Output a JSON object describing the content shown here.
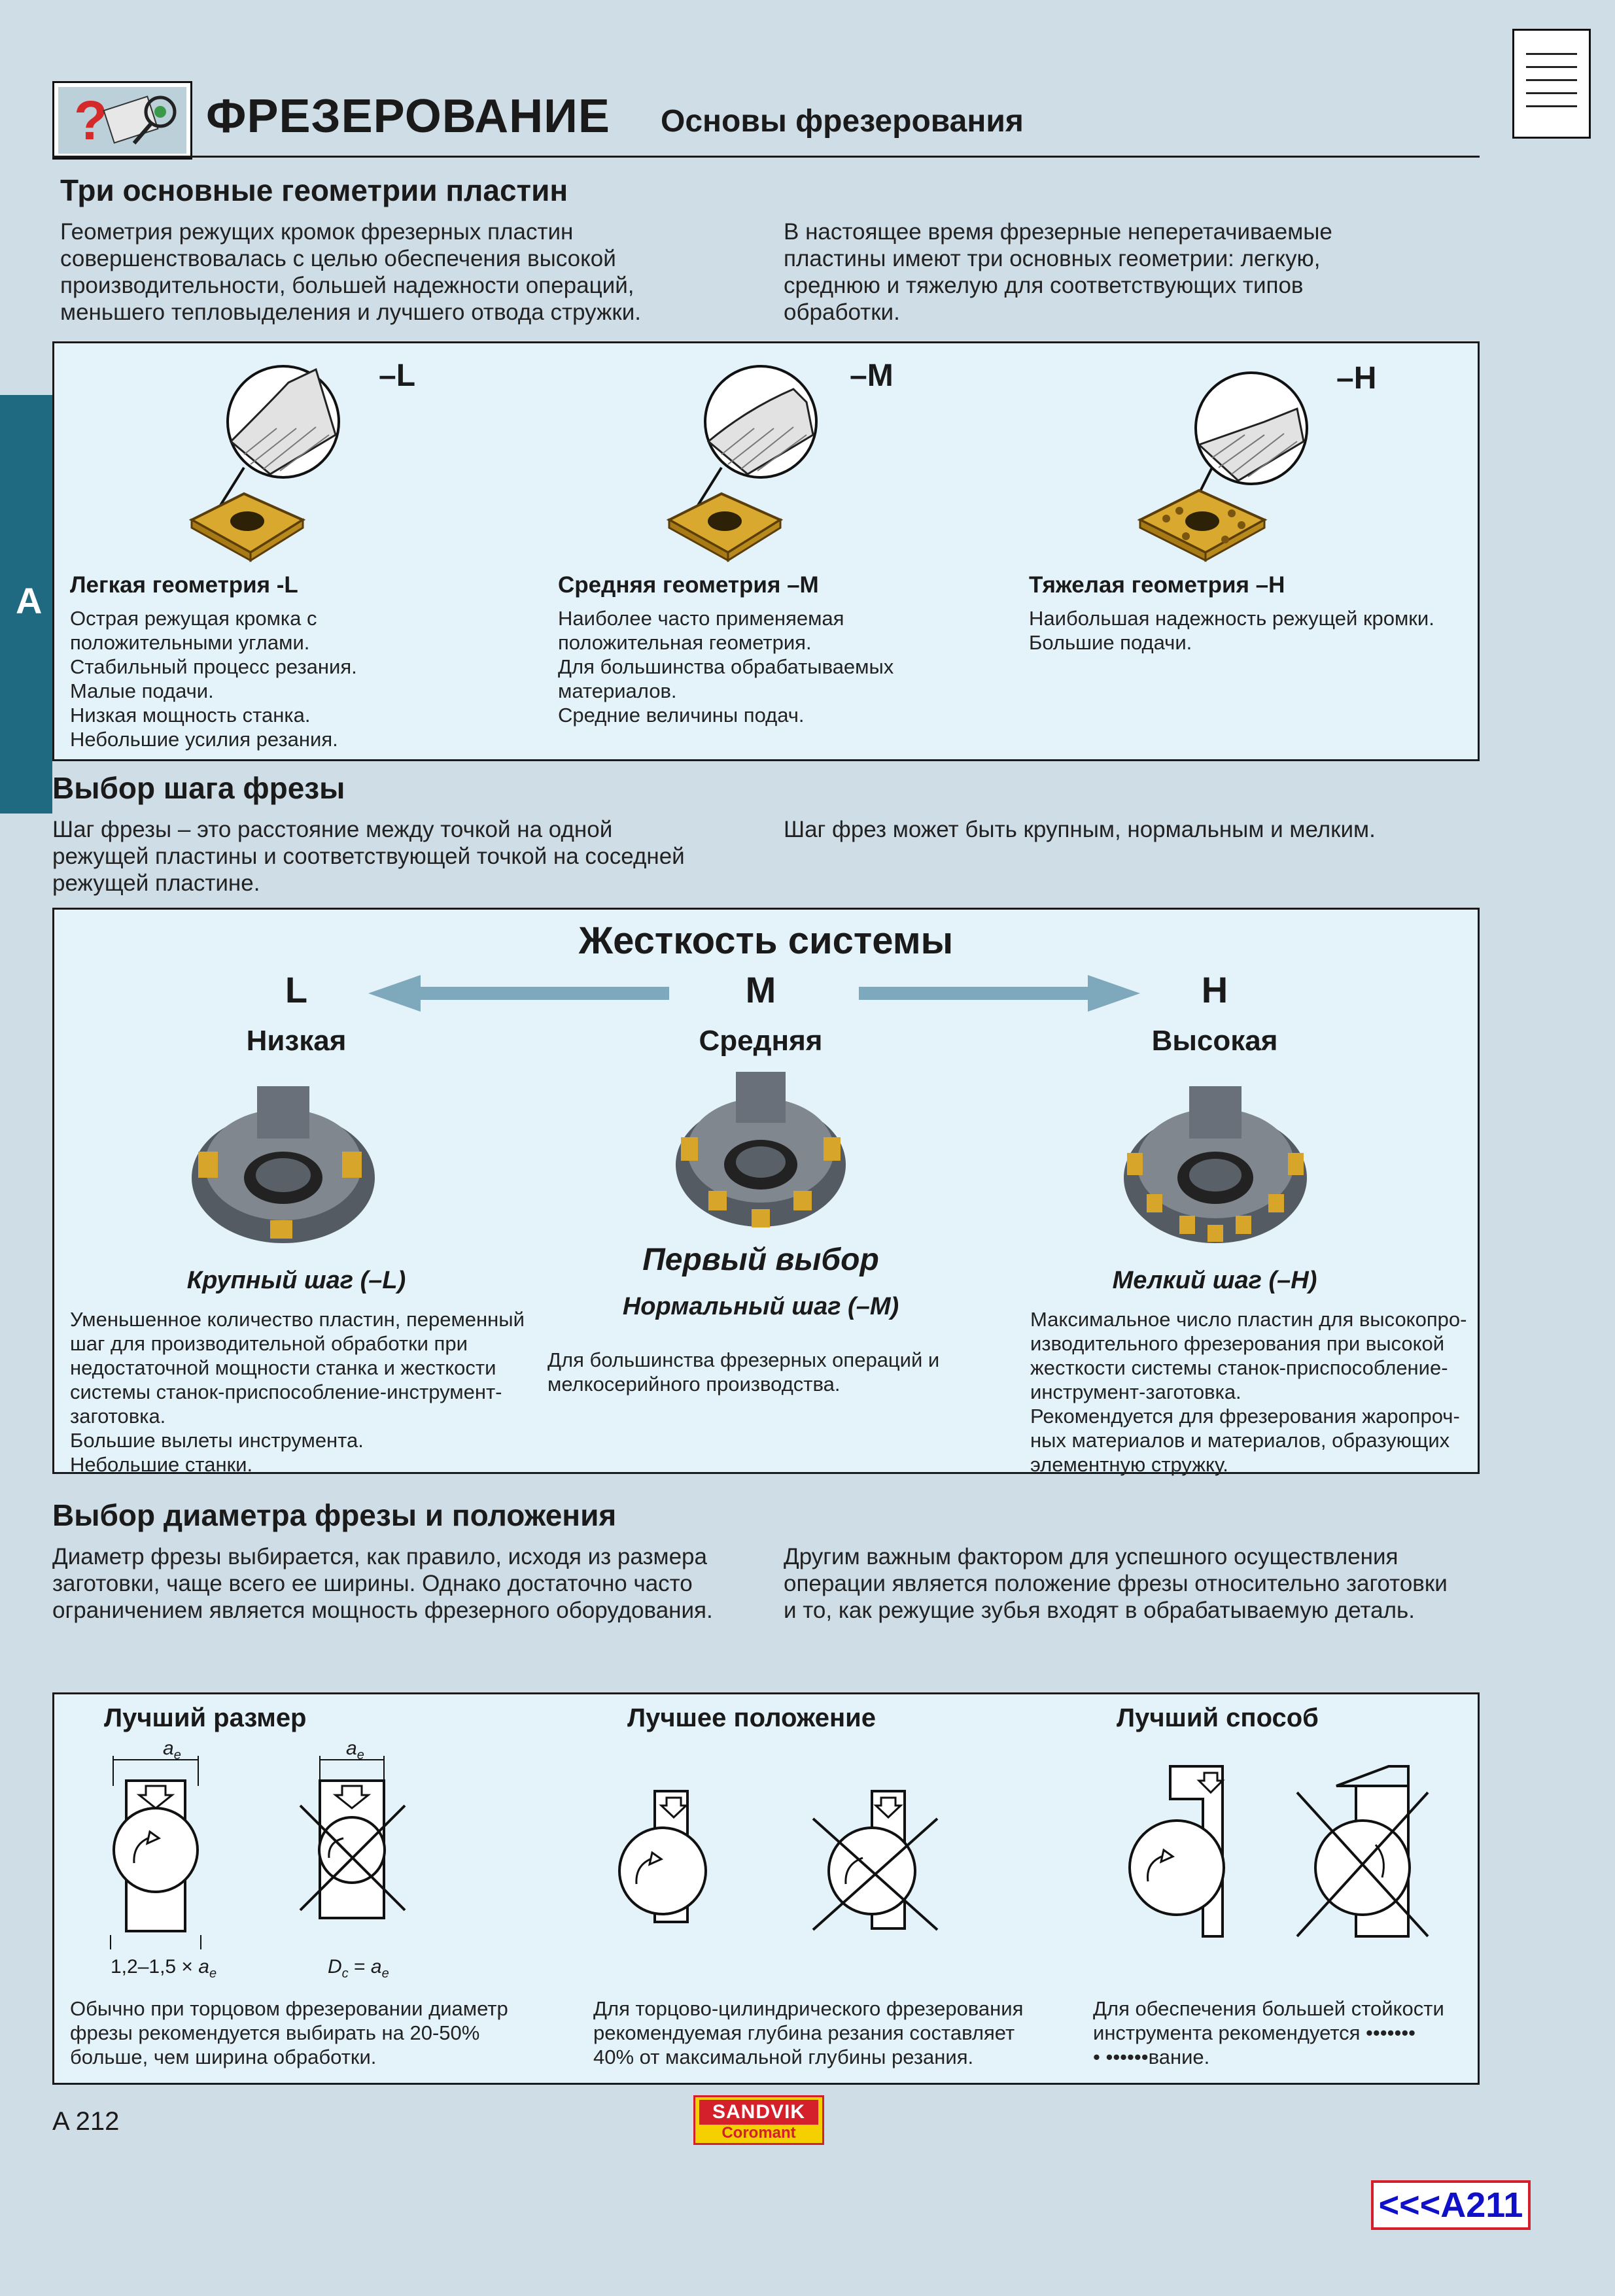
{
  "header": {
    "title": "ФРЕЗЕРОВАНИЕ",
    "subtitle": "Основы фрезерования"
  },
  "side_tab": {
    "letter": "A"
  },
  "section1": {
    "title": "Три основные геометрии пластин",
    "left_lines": [
      "Геометрия режущих кромок фрезерных пластин",
      "совершенствовалась с целью обеспечения высокой",
      "производительности, большей надежности операций,",
      "меньшего тепловыделения и лучшего отвода стружки."
    ],
    "right_lines": [
      "В настоящее время фрезерные неперетачиваемые",
      "пластины имеют три основных геометрии: легкую,",
      "среднюю и тяжелую для соответствующих типов",
      "обработки."
    ],
    "geometries": [
      {
        "code": "–L",
        "name": "Легкая геометрия -L",
        "lines": [
          "Острая режущая кромка с",
          "положительными углами.",
          "Стабильный процесс резания.",
          "Малые подачи.",
          "Низкая мощность станка.",
          "Небольшие усилия резания."
        ]
      },
      {
        "code": "–M",
        "name": "Средняя геометрия –M",
        "lines": [
          "Наиболее часто применяемая",
          "положительная геометрия.",
          "Для большинства обрабатываемых",
          "материалов.",
          "Средние величины подач."
        ]
      },
      {
        "code": "–H",
        "name": "Тяжелая геометрия –H",
        "lines": [
          "Наибольшая надежность режущей кромки.",
          "Большие подачи."
        ]
      }
    ]
  },
  "section2": {
    "title": "Выбор шага фрезы",
    "left_lines": [
      "Шаг фрезы – это расстояние между точкой на одной",
      "режущей пластины и соответствующей точкой на соседней",
      "режущей пластине."
    ],
    "right_lines": [
      "Шаг фрез может быть крупным, нормальным и мелким."
    ],
    "box_title": "Жесткость системы",
    "first_choice": "Первый выбор",
    "columns": [
      {
        "letter": "L",
        "level": "Низкая",
        "pitch": "Крупный шаг (–L)",
        "lines": [
          "Уменьшенное количество пластин, переменный",
          "шаг для производительной обработки при",
          "недостаточной мощности станка и жесткости",
          "системы станок-приспособление-инструмент-",
          "заготовка.",
          "Большие вылеты инструмента.",
          "Небольшие станки."
        ]
      },
      {
        "letter": "M",
        "level": "Средняя",
        "pitch": "Нормальный шаг (–M)",
        "lines": [
          "Для большинства фрезерных операций и",
          "мелкосерийного производства."
        ]
      },
      {
        "letter": "H",
        "level": "Высокая",
        "pitch": "Мелкий шаг (–H)",
        "lines": [
          "Максимальное число пластин для высокопро-",
          "изводительного фрезерования при  высокой",
          "жесткости системы станок-приспособление-",
          "инструмент-заготовка.",
          "Рекомендуется для фрезерования жаропроч-",
          "ных материалов и материалов, образующих",
          "элементную стружку."
        ]
      }
    ]
  },
  "section3": {
    "title": "Выбор диаметра фрезы и положения",
    "left_lines": [
      "Диаметр фрезы выбирается, как правило, исходя из размера",
      "заготовки, чаще всего ее ширины. Однако достаточно часто",
      "ограничением является мощность фрезерного оборудования."
    ],
    "right_lines": [
      "Другим важным фактором для успешного осуществления",
      "операции является положение фрезы относительно заготовки",
      "и то, как режущие зубья входят в обрабатываемую деталь."
    ],
    "panels": [
      {
        "title": "Лучший размер",
        "lines": [
          "Обычно при торцовом фрезеровании диаметр",
          "фрезы рекомендуется выбирать на 20-50%",
          "больше, чем ширина обработки."
        ]
      },
      {
        "title": "Лучшее положение",
        "lines": [
          "Для торцово-цилиндрического фрезерования",
          "рекомендуемая глубина резания составляет",
          "40% от максимальной глубины резания."
        ]
      },
      {
        "title": "Лучший способ",
        "lines": [
          "Для обеспечения большей стойкости",
          "инструмента рекомендуется •••••••",
          "• ••••••вание."
        ]
      }
    ],
    "labels": {
      "ae": "a",
      "ae_sub": "e",
      "ratio_prefix": "1,2–1,5 × ",
      "dc_prefix": "D",
      "dc_sub": "c",
      "equals": " = "
    }
  },
  "footer": {
    "page_number": "A 212",
    "logo_top": "SANDVIK",
    "logo_bottom": "Coromant",
    "nav_link": "<<<A211"
  },
  "colors": {
    "background": "#cfdde6",
    "panel": "#e4f2f9",
    "side_tab": "#1f6a80",
    "arrow": "#7ea8bb",
    "logo_red": "#d4202a",
    "logo_yellow": "#f4d000",
    "link_blue": "#1010c8"
  }
}
